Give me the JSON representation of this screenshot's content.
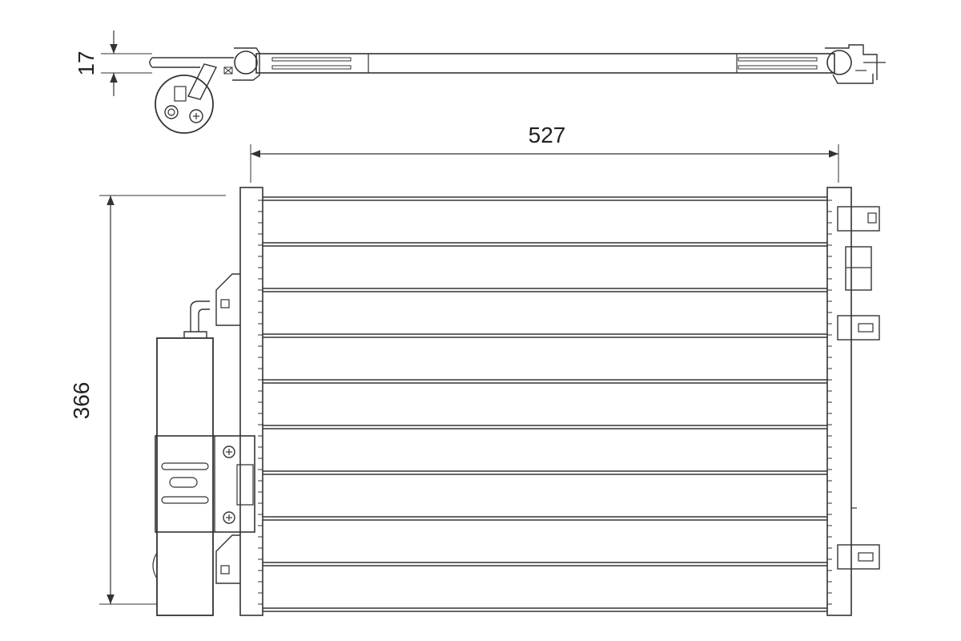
{
  "dimensions": {
    "depth_label": "17",
    "width_label": "527",
    "height_label": "366"
  },
  "colors": {
    "line": "#333333",
    "text": "#222222",
    "background": "#ffffff"
  }
}
